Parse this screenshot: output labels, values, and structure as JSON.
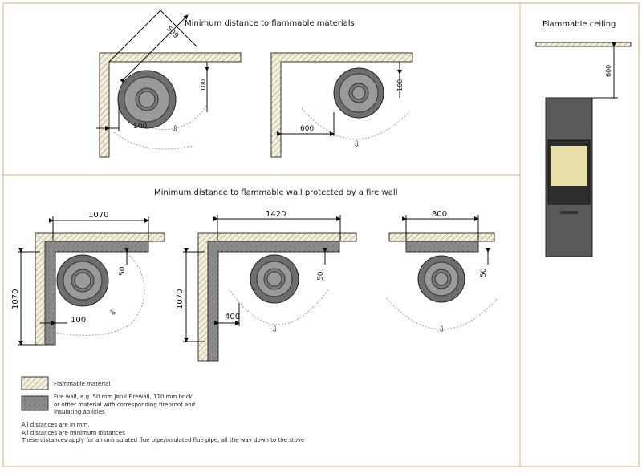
{
  "titles": {
    "top": "Minimum distance to flammable materials",
    "bottom": "Minimum distance to flammable wall protected by a fire wall",
    "ceiling": "Flammable ceiling"
  },
  "dims": {
    "diag509": "509",
    "d100": "100",
    "d600": "600",
    "d1070": "1070",
    "d1420": "1420",
    "d800": "800",
    "d50": "50",
    "d400": "400"
  },
  "legend": {
    "flammable": "Flammable material",
    "firewall_line1": "Fire wall, e.g. 50 mm Jøtul Firewall, 110 mm brick",
    "firewall_line2": "or other material with corresponding fireproof and",
    "firewall_line3": "insulating abilities"
  },
  "notes": {
    "line1": "All distances are in mm.",
    "line2": "All distances are minimum distances",
    "line3": "These distances apply for an uninsulated flue pipe/insulated flue pipe, all the way down to the stove"
  },
  "colors": {
    "border": "#d9b27a",
    "hatch": "#f4f0d8",
    "firewall": "#8c8c8c",
    "stove": "#8a8a8a",
    "stove_dark": "#3a3a3a",
    "glass": "#e8dfa8"
  }
}
